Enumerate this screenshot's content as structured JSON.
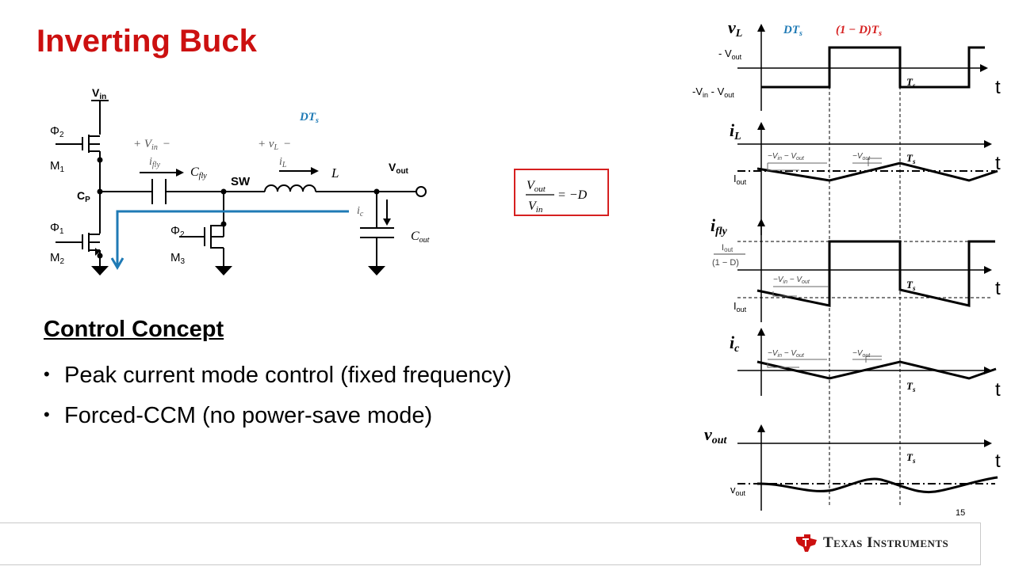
{
  "slide": {
    "title": "Inverting Buck",
    "section_heading": "Control Concept",
    "bullets": [
      "Peak current mode control (fixed frequency)",
      "Forced-CCM (no power-save mode)"
    ],
    "page_number": "15",
    "logo_text": "Texas Instruments",
    "colors": {
      "title": "#cc1010",
      "accent_blue": "#1f7ab5",
      "accent_red": "#d62020"
    }
  },
  "schematic": {
    "vin": "V",
    "vin_sub": "in",
    "phi": "Φ",
    "phi2_sub": "2",
    "phi1_sub": "1",
    "m": "M",
    "m1_sub": "1",
    "m2_sub": "2",
    "m3_sub": "3",
    "cp": "C",
    "cp_sub": "P",
    "cfly": "C",
    "cfly_sub": "fly",
    "sw": "SW",
    "l": "L",
    "vout": "V",
    "vout_sub": "out",
    "cout": "C",
    "cout_sub": "out",
    "vin_pol": "+ V",
    "vin_pol_sub": "in",
    "vin_pol_minus": "−",
    "vl_pol": "+ v",
    "vl_pol_sub": "L",
    "vl_pol_minus": "−",
    "ifly": "i",
    "ifly_sub": "fly",
    "il": "i",
    "il_sub": "L",
    "ic": "i",
    "ic_sub": "c",
    "dts": "DT",
    "dts_sub": "s"
  },
  "equation": {
    "num": "V",
    "num_sub": "out",
    "den": "V",
    "den_sub": "in",
    "rhs": "= −D"
  },
  "waveforms": {
    "t": "t",
    "header_dts": "DT",
    "header_dts_sub": "s",
    "header_1md": "(1 − D)T",
    "header_1md_sub": "s",
    "ts": "T",
    "ts_sub": "s",
    "vl": {
      "label": "v",
      "sub": "L",
      "level_high": "- V",
      "level_high_sub": "out",
      "level_low_a": "-V",
      "level_low_a_sub": "in",
      "level_low_b": " - V",
      "level_low_b_sub": "out"
    },
    "il": {
      "label": "i",
      "sub": "L",
      "level": "I",
      "level_sub": "out"
    },
    "ifly": {
      "label": "i",
      "sub": "fly",
      "frac_num": "I",
      "frac_num_sub": "out",
      "frac_den": "(1 − D)",
      "level": "I",
      "level_sub": "out"
    },
    "ic": {
      "label": "i",
      "sub": "c"
    },
    "vout": {
      "label": "v",
      "sub": "out",
      "level": "v",
      "level_sub": "out"
    },
    "slope_down": "−V",
    "slope_down_sub": "in",
    "slope_down_b": " − V",
    "slope_down_b_sub": "out",
    "slope_up": "−V",
    "slope_up_sub": "out"
  }
}
